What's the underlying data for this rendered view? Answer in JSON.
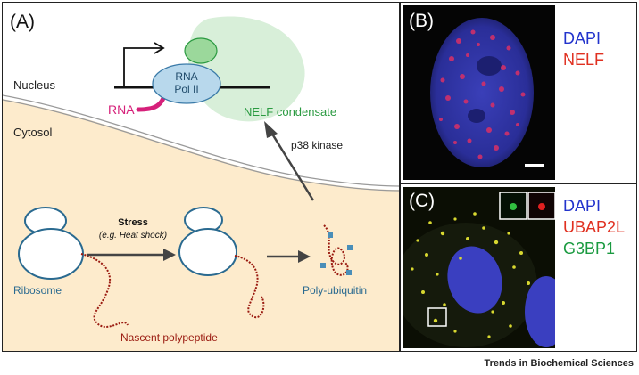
{
  "panel_a": {
    "label": "(A)",
    "nucleus_label": "Nucleus",
    "cytosol_label": "Cytosol",
    "pol_ii_line1": "RNA",
    "pol_ii_line2": "Pol II",
    "rna_label": "RNA",
    "condensate_label": "NELF condensate",
    "kinase_label": "p38 kinase",
    "stress_label": "Stress",
    "stress_example": "(e.g. Heat shock)",
    "ribosome_label": "Ribosome",
    "polypeptide_label": "Nascent polypeptide",
    "ubiquitin_label": "Poly-ubiquitin"
  },
  "panel_b": {
    "label": "(B)",
    "legend": [
      {
        "text": "DAPI",
        "color": "#2233cc"
      },
      {
        "text": "NELF",
        "color": "#e03020"
      }
    ]
  },
  "panel_c": {
    "label": "(C)",
    "legend": [
      {
        "text": "DAPI",
        "color": "#2233cc"
      },
      {
        "text": "UBAP2L",
        "color": "#e03020"
      },
      {
        "text": "G3BP1",
        "color": "#1a9a40"
      }
    ]
  },
  "footer": "Trends in Biochemical Sciences",
  "colors": {
    "cytosol": "#fdebcc",
    "condensate": "#d8efd9",
    "pol_ii": "#b8d8ec",
    "rna": "#d6207a",
    "polypeptide": "#9a1a10",
    "ubiquitin": "#4a8eb8",
    "arrow": "#444444",
    "label_blue": "#2a6a90",
    "label_green": "#2a9a40"
  }
}
